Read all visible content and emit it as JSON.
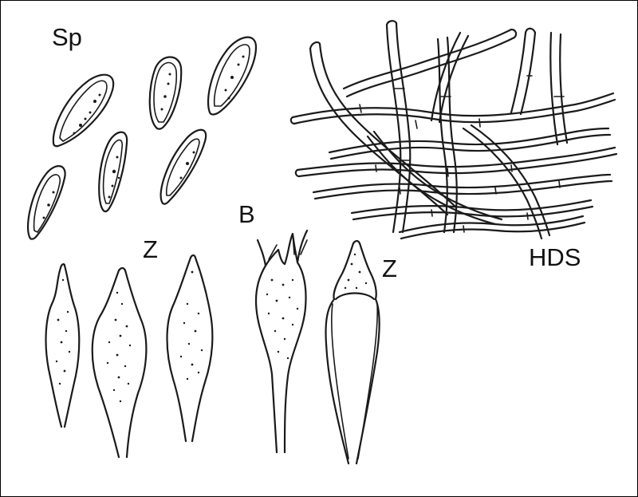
{
  "labels": {
    "spores": "Sp",
    "cystidia_left": "Z",
    "basidium": "B",
    "cystidia_right": "Z",
    "pileipellis": "HDS"
  }
}
